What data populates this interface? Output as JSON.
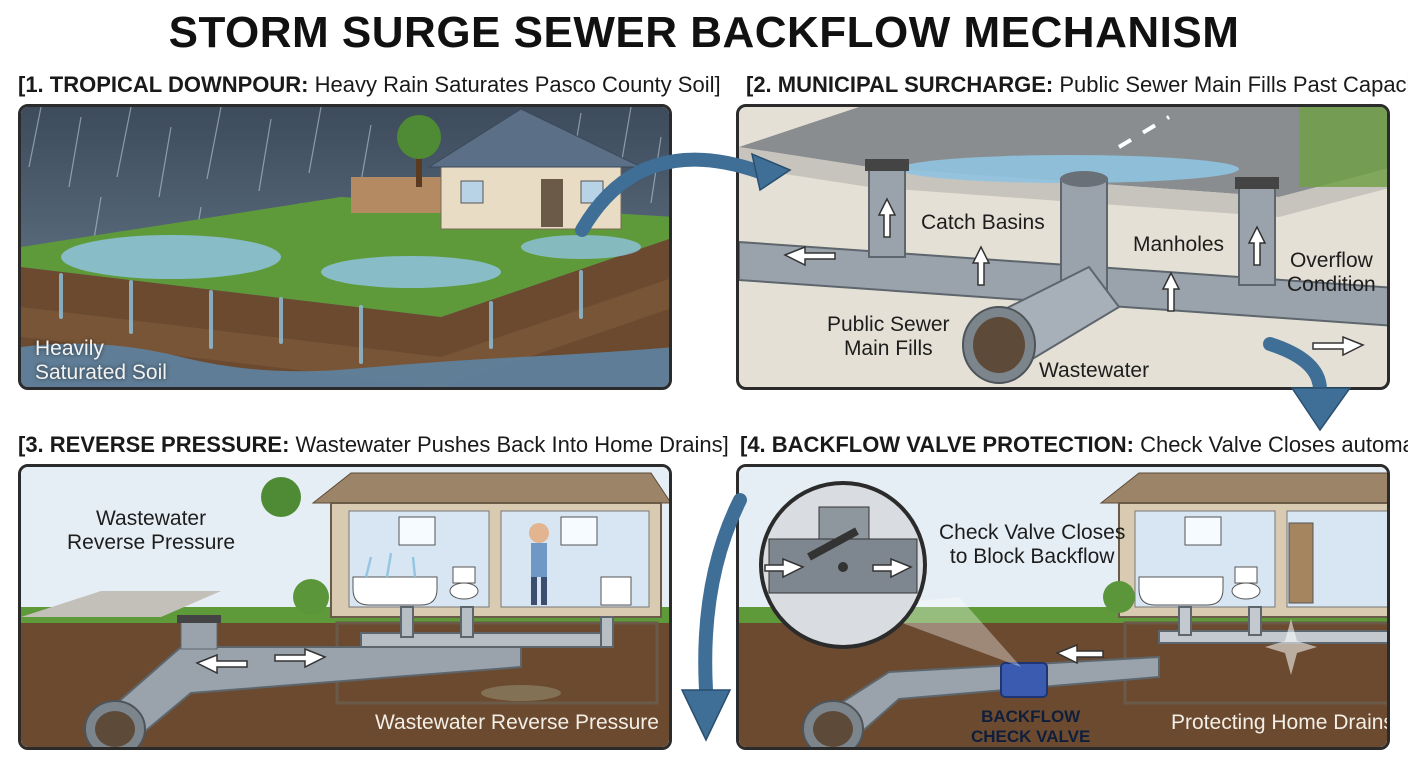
{
  "title": "STORM SURGE SEWER BACKFLOW MECHANISM",
  "panels": [
    {
      "heading_prefix": "[1. TROPICAL DOWNPOUR:",
      "heading_rest": " Heavy Rain Saturates Pasco County Soil]",
      "labels": {
        "soil": "Heavily\nSaturated Soil"
      }
    },
    {
      "heading_prefix": "[2. MUNICIPAL SURCHARGE:",
      "heading_rest": " Public Sewer Main Fills Past Capacity]",
      "labels": {
        "catch_basins": "Catch Basins",
        "manholes": "Manholes",
        "overflow": "Overflow\nCondition",
        "sewer_main": "Public Sewer\nMain Fills",
        "wastewater": "Wastewater"
      }
    },
    {
      "heading_prefix": "[3. REVERSE PRESSURE:",
      "heading_rest": " Wastewater Pushes Back Into Home Drains]",
      "labels": {
        "reverse_top": "Wastewater\nReverse Pressure",
        "reverse_bottom": "Wastewater Reverse Pressure"
      }
    },
    {
      "heading_prefix": "[4. BACKFLOW VALVE PROTECTION:",
      "heading_rest": " Check Valve Closes automatically]",
      "labels": {
        "check_valve": "Check Valve Closes\nto Block Backflow",
        "backflow_valve": "BACKFLOW\nCHECK VALVE",
        "protecting": "Protecting Home Drains"
      }
    }
  ],
  "colors": {
    "water": "#8fc3e0",
    "pipe": "#9aa3ab",
    "soil": "#6b4a30",
    "grass": "#5f9a3a",
    "arrow": "#3f6f96",
    "valve": "#3a5bb0"
  }
}
